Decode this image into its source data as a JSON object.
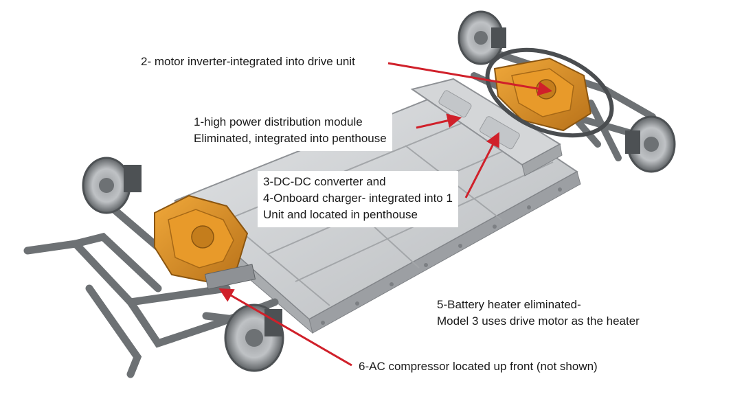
{
  "colors": {
    "background": "#ffffff",
    "text": "#1a1a1a",
    "arrow": "#d0202a",
    "drive_unit": "#d98e1f",
    "drive_unit_shade": "#b0701a",
    "battery_pack": "#c9cbcd",
    "chassis": "#6d7174"
  },
  "labels": {
    "motor_inverter": "2- motor inverter-integrated into drive unit",
    "pdm_line1": "1-high power distribution module",
    "pdm_line2": "Eliminated, integrated into penthouse",
    "dcdc_line1": "3-DC-DC converter and",
    "dcdc_line2": "4-Onboard charger- integrated into 1",
    "dcdc_line3": "Unit and located in penthouse",
    "heater_line1": "5-Battery heater eliminated-",
    "heater_line2": "Model 3 uses drive motor as the heater",
    "ac_compressor": "6-AC compressor located up front (not shown)"
  }
}
